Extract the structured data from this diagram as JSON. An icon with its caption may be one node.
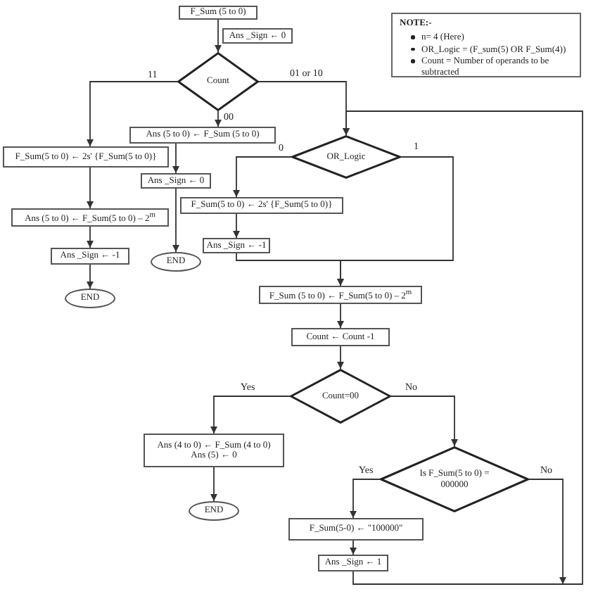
{
  "diagram": {
    "nodes": [
      {
        "text": [
          "F_Sum (5 to 0)"
        ]
      },
      {
        "text": [
          "Ans _Sign ← 0"
        ]
      },
      {
        "text": [
          "Count"
        ]
      },
      {
        "text": [
          "Ans (5 to 0) ← F_Sum (5 to 0)"
        ]
      },
      {
        "text": [
          "F_Sum(5 to 0) ← 2s' {F_Sum(5 to 0)}"
        ]
      },
      {
        "text": [
          "Ans _Sign ← 0"
        ]
      },
      {
        "text": [
          "END"
        ]
      },
      {
        "text": [
          "Ans (5 to 0) ← F_Sum(5 to 0) – 2$^{m}$"
        ]
      },
      {
        "text": [
          "Ans _Sign ← -1"
        ]
      },
      {
        "text": [
          "END"
        ]
      },
      {
        "text": [
          "OR_Logic"
        ]
      },
      {
        "text": [
          "F_Sum(5 to 0) ← 2s' {F_Sum(5 to 0)}"
        ]
      },
      {
        "text": [
          "Ans _Sign ← -1"
        ]
      },
      {
        "text": [
          "F_Sum (5 to 0) ← F_Sum(5 to 0) – 2$^{m}$"
        ]
      },
      {
        "text": [
          "Count ← Count -1"
        ]
      },
      {
        "text": [
          "Count=00"
        ]
      },
      {
        "text": [
          "Ans (4 to 0) ← F_Sum (4 to 0)",
          "Ans (5) ← 0"
        ]
      },
      {
        "text": [
          "END"
        ]
      },
      {
        "text": [
          "Is F_Sum(5 to 0) = 000000"
        ]
      },
      {
        "text": [
          "F_Sum(5-0) ← \"100000\""
        ]
      },
      {
        "text": [
          "Ans _Sign ← 1"
        ]
      },
      {
        "text": [
          "NOTE:-",
          "n= 4 (Here)",
          "OR_Logic = (F_sum(5) OR F_Sum(4))",
          "Count = Number of operands to be subtracted"
        ]
      }
    ],
    "edges": [
      {
        "from": 0,
        "to": 2,
        "arrow": "to"
      },
      {
        "from": 2,
        "to": 4,
        "label": "11",
        "arrow": "to"
      },
      {
        "from": 2,
        "to": 3,
        "label": "00",
        "arrow": "to"
      },
      {
        "from": 2,
        "to": 10,
        "label": "01 or 10",
        "arrow": "to"
      },
      {
        "from": 10,
        "to": 11,
        "label": "0",
        "arrow": "to"
      },
      {
        "from": 10,
        "to": 13,
        "label": "1",
        "arrow": "to"
      },
      {
        "from": 11,
        "to": 12,
        "arrow": "to"
      },
      {
        "from": 12,
        "to": 13,
        "arrow": "to"
      },
      {
        "from": 13,
        "to": 14,
        "arrow": "to"
      },
      {
        "from": 14,
        "to": 15,
        "arrow": "to"
      },
      {
        "from": 15,
        "to": 16,
        "label": "Yes",
        "arrow": "to"
      },
      {
        "from": 15,
        "to": 18,
        "label": "No",
        "arrow": "to"
      },
      {
        "from": 16,
        "to": 17,
        "arrow": "to"
      },
      {
        "from": 18,
        "to": 19,
        "label": "Yes",
        "arrow": "to"
      },
      {
        "from": 19,
        "to": 20,
        "arrow": "to"
      },
      {
        "from": 18,
        "to": 10,
        "label": "No",
        "arrow": "to"
      },
      {
        "from": 20,
        "to": 10,
        "arrow": "to"
      },
      {
        "from": 3,
        "to": 5,
        "arrow": "to"
      },
      {
        "from": 5,
        "to": 6,
        "arrow": "to"
      },
      {
        "from": 4,
        "to": 7,
        "arrow": "to"
      },
      {
        "from": 7,
        "to": 8,
        "arrow": "to"
      },
      {
        "from": 8,
        "to": 9,
        "arrow": "to"
      }
    ]
  }
}
